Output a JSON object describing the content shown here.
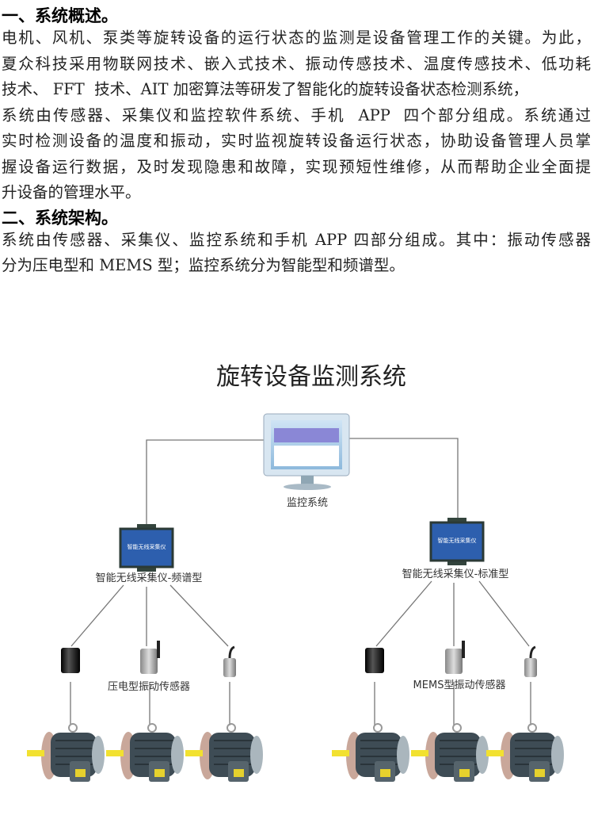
{
  "section1": {
    "heading": "一、系统概述。",
    "lines": [
      "电机、风机、泵类等旋转设备的运行状态的监测是设备管理工作的关键。为此，",
      "夏众科技采用物联网技术、嵌入式技术、振动传感技术、温度传感技术、低功耗",
      "技术、 FFT  技术、AIT 加密算法等研发了智能化的旋转设备状态检测系统，",
      "系统由传感器、采集仪和监控软件系统、手机  APP  四个部分组成。系统通过",
      "实时检测设备的温度和振动，实时监视旋转设备运行状态，协助设备管理人员掌",
      "握设备运行数据，及时发现隐患和故障，实现预短性维修，从而帮助企业全面提",
      "升设备的管理水平。"
    ]
  },
  "section2": {
    "heading": "二、系统架构。",
    "lines": [
      "系统由传感器、采集仪、监控系统和手机 APP 四部分组成。其中：振动传感器",
      "分为压电型和 MEMS 型；监控系统分为智能型和频谱型。"
    ]
  },
  "diagram": {
    "title": "旋转设备监测系统",
    "monitor_label": "监控系统",
    "collector_device_text": "智能无线采集仪",
    "collector_left_label": "智能无线采集仪-频谱型",
    "collector_right_label": "智能无线采集仪-标准型",
    "sensor_left_label": "压电型振动传感器",
    "sensor_right_label": "MEMS型振动传感器"
  }
}
